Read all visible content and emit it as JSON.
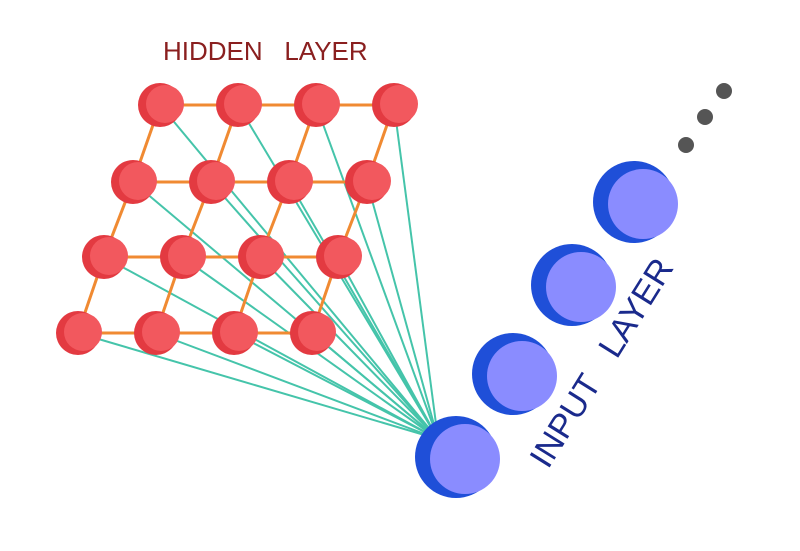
{
  "diagram": {
    "hidden_layer": {
      "label": "HIDDEN   LAYER",
      "rows": 4,
      "cols": 4,
      "node_color": "#f2585e",
      "node_shade": "#e33a41",
      "grid_edge_color": "#f08a32"
    },
    "input_layer": {
      "label": "INPUT   LAYER",
      "node_count": 4,
      "node_color": "#8a8cff",
      "node_shade": "#1f4fd8",
      "continuation_dots": 3,
      "dot_color": "#555555"
    },
    "connection_color": "#45c4aa",
    "label_color_hidden": "#8a1f1f",
    "label_color_input": "#1a2a8c"
  }
}
